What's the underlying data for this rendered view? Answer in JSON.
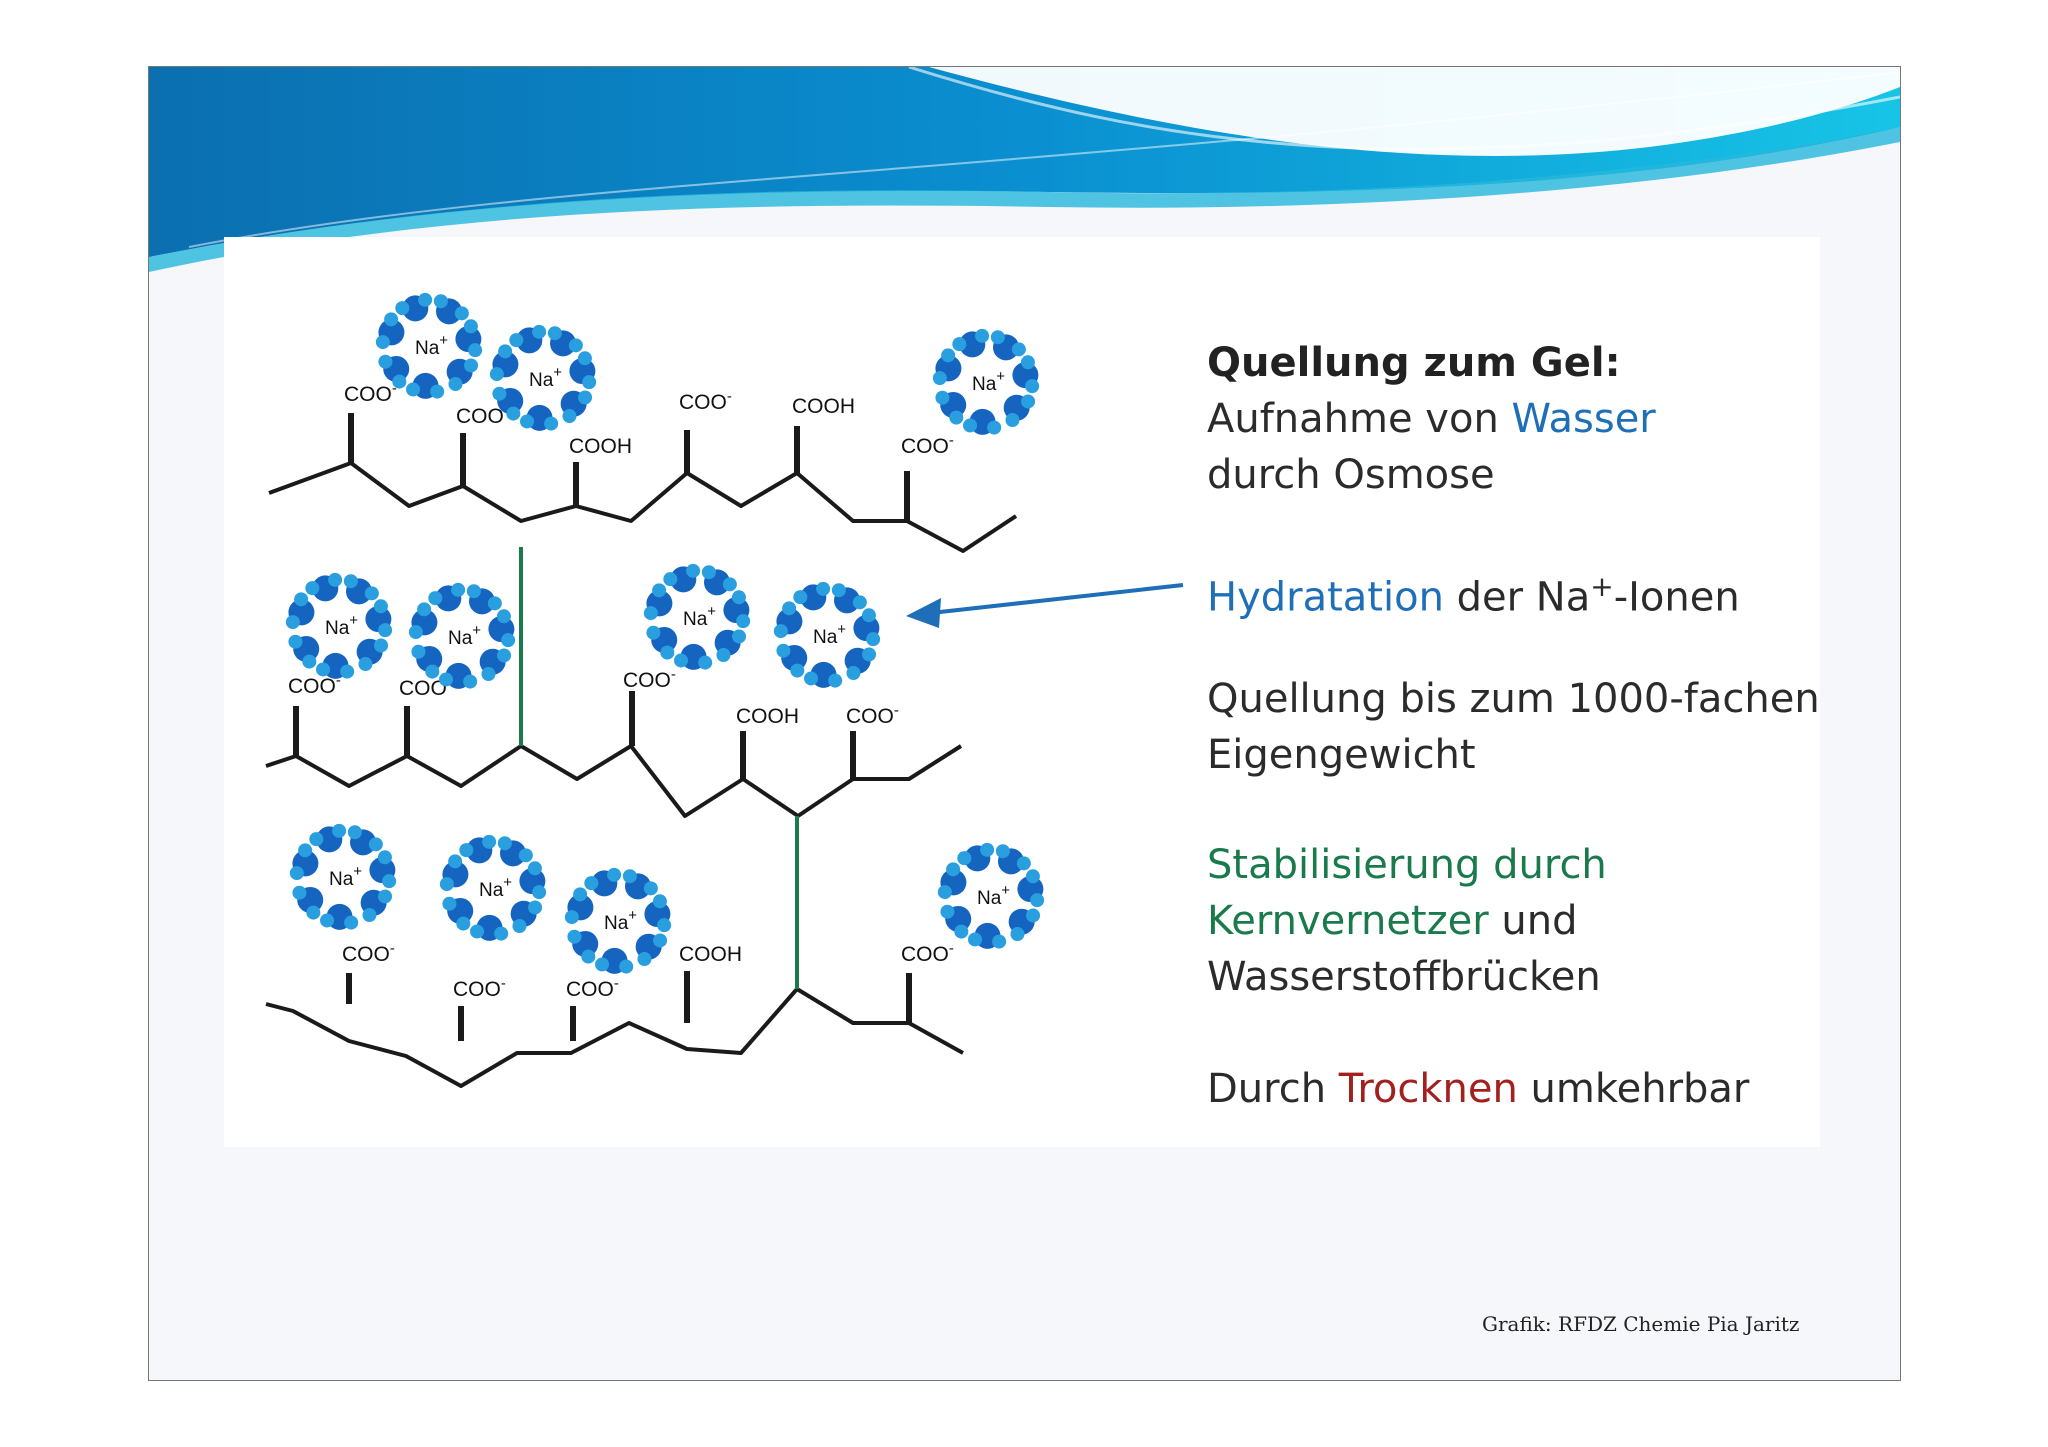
{
  "text": {
    "title": "Quellung zum Gel:",
    "line1_pre": "Aufnahme von ",
    "line1_hl": "Wasser",
    "line2": "durch Osmose",
    "hydration_hl": "Hydratation",
    "hydration_rest": " der Na",
    "hydration_sup": "+",
    "hydration_end": "-Ionen",
    "swelling1": "Quellung bis zum 1000-fachen",
    "swelling2": "Eigengewicht",
    "stab1": "Stabilisierung durch",
    "stab2_hl": "Kernvernetzer",
    "stab2_rest": " und",
    "stab3": "Wasserstoffbrücken",
    "dry_pre": "Durch ",
    "dry_hl": "Trocknen",
    "dry_post": " umkehrbar"
  },
  "credit": "Grafik: RFDZ Chemie Pia Jaritz",
  "labels": {
    "coo": "COO",
    "minus": "-",
    "cooh": "COOH",
    "na": "Na",
    "plus": "+"
  },
  "colors": {
    "water_blue": "#1565c0",
    "water_light": "#2a9fe0",
    "crosslink": "#1a7a4c",
    "arrow": "#1f6fb8",
    "chain": "#1a1a1a"
  }
}
